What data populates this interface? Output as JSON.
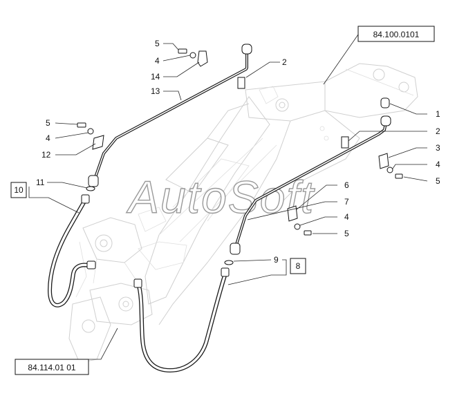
{
  "refs": {
    "boom": "84.100.0101",
    "frame": "84.114.01 01"
  },
  "watermark": "AutoSoft",
  "callouts": {
    "c1": "1",
    "c2a": "2",
    "c2b": "2",
    "c3": "3",
    "c4a": "4",
    "c4b": "4",
    "c4c": "4",
    "c4d": "4",
    "c5a": "5",
    "c5b": "5",
    "c5c": "5",
    "c5d": "5",
    "c6": "6",
    "c7": "7",
    "c8": "8",
    "c9": "9",
    "c10": "10",
    "c11": "11",
    "c12": "12",
    "c13": "13",
    "c14": "14"
  },
  "colors": {
    "ink": "#1a1a1a",
    "ghost": "#cfcfcf",
    "watermark_outline": "#9a9a9a"
  }
}
